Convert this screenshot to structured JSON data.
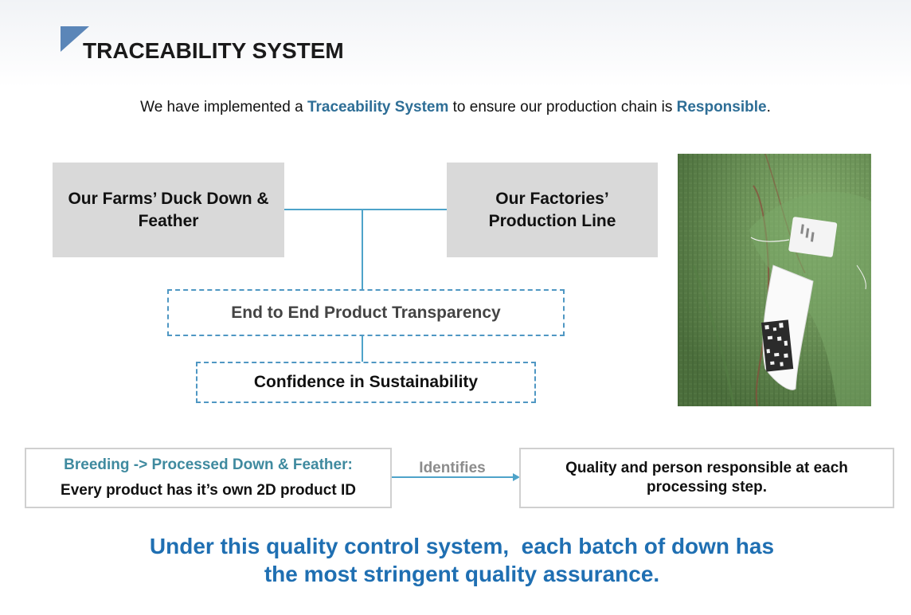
{
  "title": "TRACEABILITY SYSTEM",
  "intro": {
    "part1": "We have implemented a ",
    "highlight1": "Traceability System",
    "part2": " to ensure our production chain is ",
    "highlight2": "Responsible",
    "part3": "."
  },
  "diagram": {
    "farms": "Our Farms’ Duck Down & Feather",
    "factories": "Our Factories’ Production Line",
    "transparency": "End to End Product Transparency",
    "confidence": "Confidence in Sustainability"
  },
  "flow": {
    "breeding_heading": "Breeding -> Processed Down & Feather:",
    "breeding_text": "Every product has it’s own 2D product ID",
    "identifies": "Identifies",
    "quality": "Quality and person responsible at each processing step."
  },
  "footer": {
    "line1": "Under this quality control system,  each batch of down has",
    "line2": "the most stringent quality assurance."
  },
  "colors": {
    "accent": "#2e6e96",
    "connector": "#4ea3c9",
    "footer": "#1f6fb2"
  }
}
